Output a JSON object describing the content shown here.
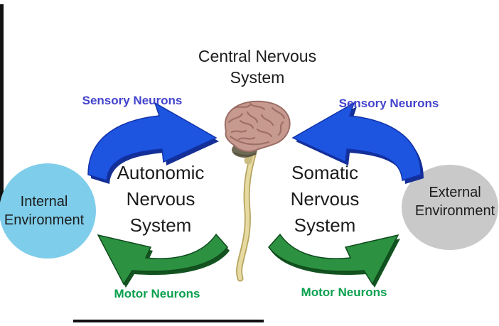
{
  "title": {
    "lines": [
      "Central Nervous",
      "System"
    ]
  },
  "labels": {
    "sensory_left": "Sensory Neurons",
    "sensory_right": "Sensory Neurons",
    "motor_left": "Motor Neurons",
    "motor_right": "Motor Neurons"
  },
  "systems": {
    "autonomic": {
      "lines": [
        "Autonomic",
        "Nervous",
        "System"
      ]
    },
    "somatic": {
      "lines": [
        "Somatic",
        "Nervous",
        "System"
      ]
    }
  },
  "environments": {
    "internal": {
      "lines": [
        "Internal",
        "Environment"
      ],
      "fill": "#7ecdea"
    },
    "external": {
      "lines": [
        "External",
        "Environment"
      ],
      "fill": "#c9c9c9"
    }
  },
  "colors": {
    "arrow_blue": "#1e55e0",
    "arrow_blue_dark": "#142f96",
    "arrow_green": "#2c9140",
    "arrow_green_dark": "#135320",
    "sensory_label": "#4343cd",
    "motor_label": "#0aa04e",
    "text_black": "#1c1c1c",
    "internal_ellipse": "#7ecdea",
    "external_ellipse": "#c9c9c9",
    "brain_pink": "#c79a90",
    "spinal_cord": "#e6daa0"
  }
}
